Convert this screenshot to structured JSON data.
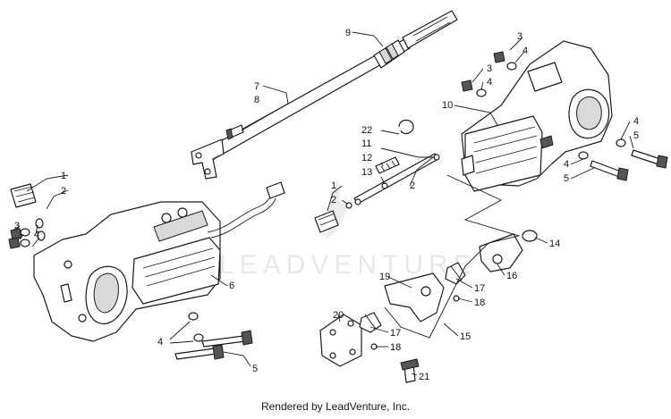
{
  "diagram": {
    "callouts": {
      "c1a": "1",
      "c2a": "2",
      "c3a": "3",
      "c4a": "4",
      "c5a": "5",
      "c4b": "4",
      "c6": "6",
      "c7": "7",
      "c8": "8",
      "c9": "9",
      "c1b": "1",
      "c2b": "2",
      "c11": "11",
      "c12": "12",
      "c13": "13",
      "c22": "22",
      "c2c": "2",
      "c10": "10",
      "c3b": "3",
      "c4c": "4",
      "c3c": "3",
      "c4d": "4",
      "c4e": "4",
      "c5b": "5",
      "c4f": "4",
      "c5c": "5",
      "c14": "14",
      "c16": "16",
      "c19": "19",
      "c17a": "17",
      "c18a": "18",
      "c15": "15",
      "c20": "20",
      "c17b": "17",
      "c18b": "18",
      "c21": "21"
    },
    "watermark": "LEADVENTURE",
    "caption": "Rendered by LeadVenture, Inc."
  }
}
